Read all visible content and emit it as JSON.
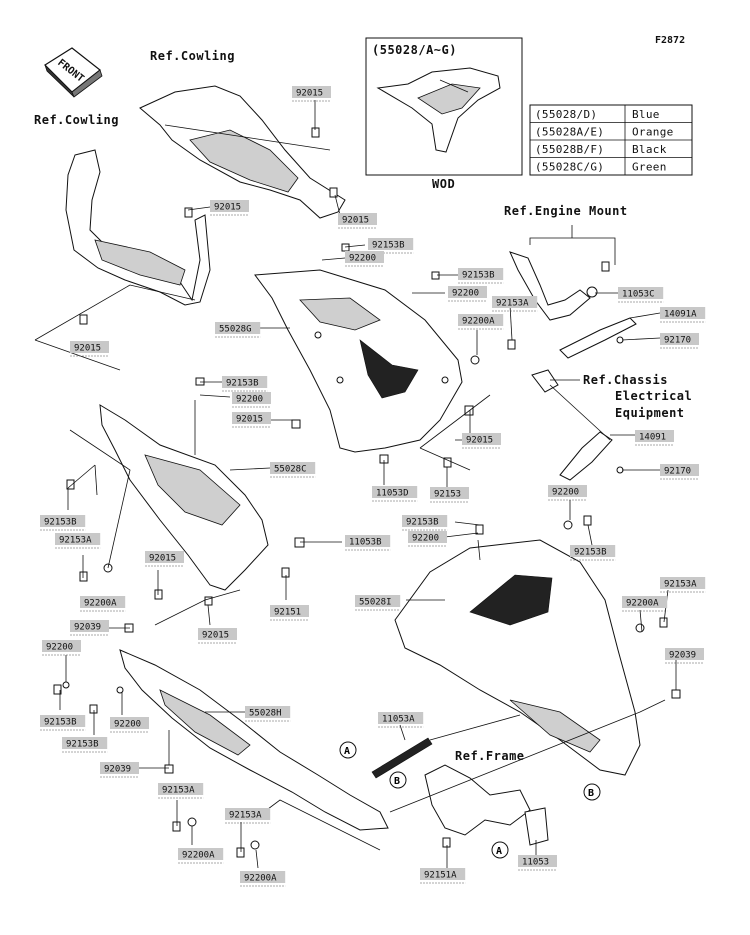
{
  "figure_number": "F2872",
  "front_label": "FRONT",
  "references": {
    "cowling_top": "Ref.Cowling",
    "cowling_left": "Ref.Cowling",
    "engine_mount": "Ref.Engine Mount",
    "chassis_electrical_1": "Ref.Chassis",
    "chassis_electrical_2": "Electrical",
    "chassis_electrical_3": "Equipment",
    "frame": "Ref.Frame"
  },
  "variant_box": {
    "title": "(55028/A~G)",
    "caption": "WOD"
  },
  "color_table": [
    {
      "part": "(55028/D)",
      "color": "Blue"
    },
    {
      "part": "(55028A/E)",
      "color": "Orange"
    },
    {
      "part": "(55028B/F)",
      "color": "Black"
    },
    {
      "part": "(55028C/G)",
      "color": "Green"
    }
  ],
  "callouts": {
    "A": "A",
    "B": "B"
  },
  "part_labels": [
    "92015",
    "92015",
    "92015",
    "92015",
    "92153B",
    "92200",
    "92153B",
    "92200",
    "92153A",
    "92200A",
    "55028G",
    "11053C",
    "14091A",
    "92170",
    "92153B",
    "92200",
    "92015",
    "55028C",
    "92015",
    "11053D",
    "92153",
    "14091",
    "92170",
    "92200",
    "92153B",
    "92153B",
    "92200",
    "11053B",
    "92153B",
    "92153A",
    "92200A",
    "92015",
    "92151",
    "55028I",
    "92015",
    "92039",
    "92200",
    "92200A",
    "92153A",
    "92039",
    "92153B",
    "92200",
    "92153B",
    "55028H",
    "11053A",
    "92039",
    "92153A",
    "92153A",
    "92200A",
    "92200A",
    "92151A",
    "11053"
  ]
}
